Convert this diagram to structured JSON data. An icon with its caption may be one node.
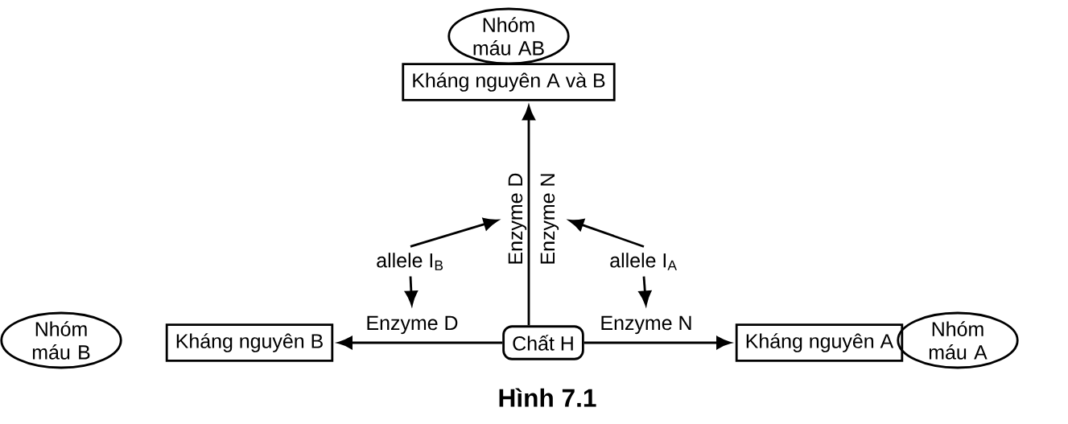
{
  "diagram": {
    "caption": "Hình 7.1",
    "nodes": [
      {
        "text": [
          "Nhóm máu AB"
        ]
      },
      {
        "text": [
          "Kháng nguyên A và B"
        ]
      },
      {
        "text": [
          "Enzyme D"
        ]
      },
      {
        "text": [
          "Enzyme N"
        ]
      },
      {
        "text": [
          "allele I$_{B}$"
        ]
      },
      {
        "text": [
          "allele I$_{A}$"
        ]
      },
      {
        "text": [
          "Enzyme D"
        ]
      },
      {
        "text": [
          "Enzyme N"
        ]
      },
      {
        "text": [
          "Nhóm máu B"
        ]
      },
      {
        "text": [
          "Kháng nguyên B"
        ]
      },
      {
        "text": [
          "Chất H"
        ]
      },
      {
        "text": [
          "Kháng nguyên A"
        ]
      },
      {
        "text": [
          "Nhóm máu A"
        ]
      }
    ],
    "edges": [
      {
        "from": 10,
        "to": 1,
        "arrow": "to"
      },
      {
        "from": 4,
        "to": 2,
        "arrow": "to"
      },
      {
        "from": 5,
        "to": 3,
        "arrow": "to"
      },
      {
        "from": 4,
        "to": 6,
        "arrow": "to"
      },
      {
        "from": 5,
        "to": 7,
        "arrow": "to"
      },
      {
        "from": 10,
        "to": 9,
        "arrow": "to"
      },
      {
        "from": 10,
        "to": 11,
        "arrow": "to"
      }
    ]
  }
}
